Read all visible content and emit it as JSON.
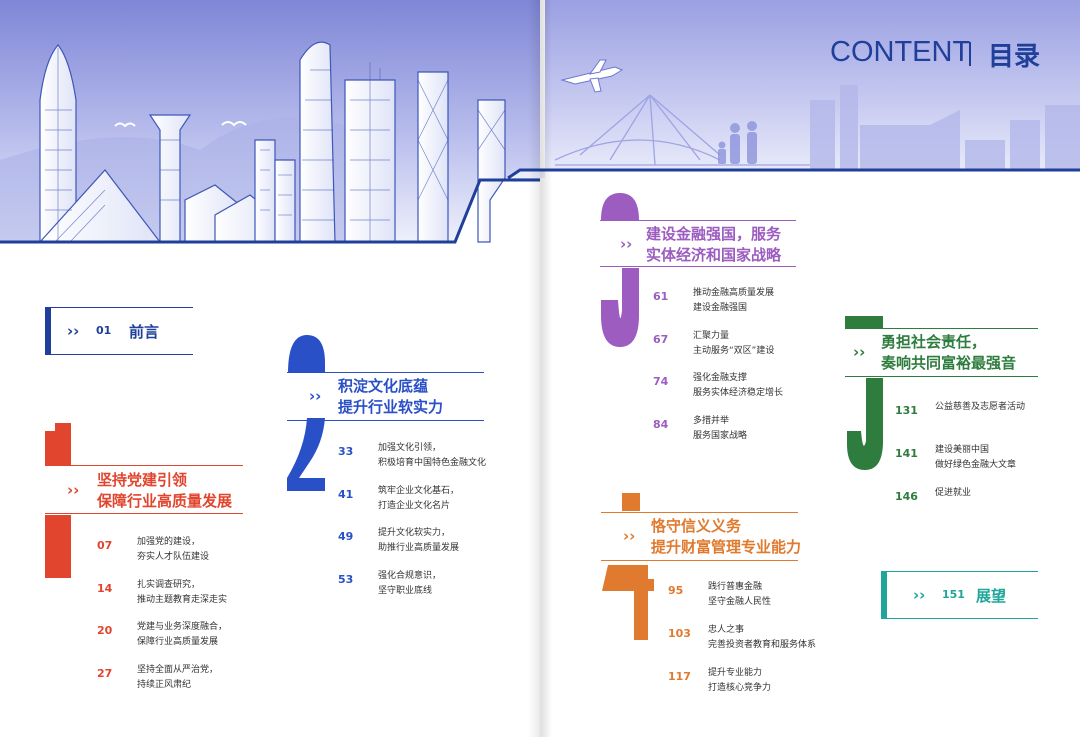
{
  "header": {
    "content_label": "CONTENT",
    "toc_label": "目录"
  },
  "preface": {
    "number": "01",
    "title": "前言"
  },
  "outlook": {
    "number": "151",
    "title": "展望"
  },
  "sections": [
    {
      "title_line1": "坚持党建引领",
      "title_line2": "保障行业高质量发展",
      "color": "#e2452e",
      "entries": [
        {
          "page": "07",
          "line1": "加强党的建设，",
          "line2": "夯实人才队伍建设"
        },
        {
          "page": "14",
          "line1": "扎实调查研究，",
          "line2": "推动主题教育走深走实"
        },
        {
          "page": "20",
          "line1": "党建与业务深度融合，",
          "line2": "保障行业高质量发展"
        },
        {
          "page": "27",
          "line1": "坚持全面从严治党，",
          "line2": "持续正风肃纪"
        }
      ]
    },
    {
      "title_line1": "积淀文化底蕴",
      "title_line2": "提升行业软实力",
      "color": "#2a50c8",
      "entries": [
        {
          "page": "33",
          "line1": "加强文化引领，",
          "line2": "积极培育中国特色金融文化"
        },
        {
          "page": "41",
          "line1": "筑牢企业文化基石，",
          "line2": "打造企业文化名片"
        },
        {
          "page": "49",
          "line1": "提升文化软实力，",
          "line2": "助推行业高质量发展"
        },
        {
          "page": "53",
          "line1": "强化合规意识，",
          "line2": "坚守职业底线"
        }
      ]
    },
    {
      "title_line1": "建设金融强国，服务",
      "title_line2": "实体经济和国家战略",
      "color": "#9c5cc0",
      "entries": [
        {
          "page": "61",
          "line1": "推动金融高质量发展",
          "line2": "建设金融强国"
        },
        {
          "page": "67",
          "line1": "汇聚力量",
          "line2": "主动服务“双区”建设"
        },
        {
          "page": "74",
          "line1": "强化金融支撑",
          "line2": "服务实体经济稳定增长"
        },
        {
          "page": "84",
          "line1": "多措并举",
          "line2": "服务国家战略"
        }
      ]
    },
    {
      "title_line1": "恪守信义义务",
      "title_line2": "提升财富管理专业能力",
      "color": "#e07a2f",
      "entries": [
        {
          "page": "95",
          "line1": "践行普惠金融",
          "line2": "坚守金融人民性"
        },
        {
          "page": "103",
          "line1": "忠人之事",
          "line2": "完善投资者教育和服务体系"
        },
        {
          "page": "117",
          "line1": "提升专业能力",
          "line2": "打造核心竞争力"
        }
      ]
    },
    {
      "title_line1": "勇担社会责任，",
      "title_line2": "奏响共同富裕最强音",
      "color": "#2e7d3e",
      "entries": [
        {
          "page": "131",
          "line1": "公益慈善及志愿者活动",
          "line2": ""
        },
        {
          "page": "141",
          "line1": "建设美丽中国",
          "line2": "做好绿色金融大文章"
        },
        {
          "page": "146",
          "line1": "促进就业",
          "line2": ""
        }
      ]
    }
  ],
  "colors": {
    "blue_dark": "#1f3f9a",
    "teal": "#1fa59a",
    "sky": "#c9cdf0"
  }
}
